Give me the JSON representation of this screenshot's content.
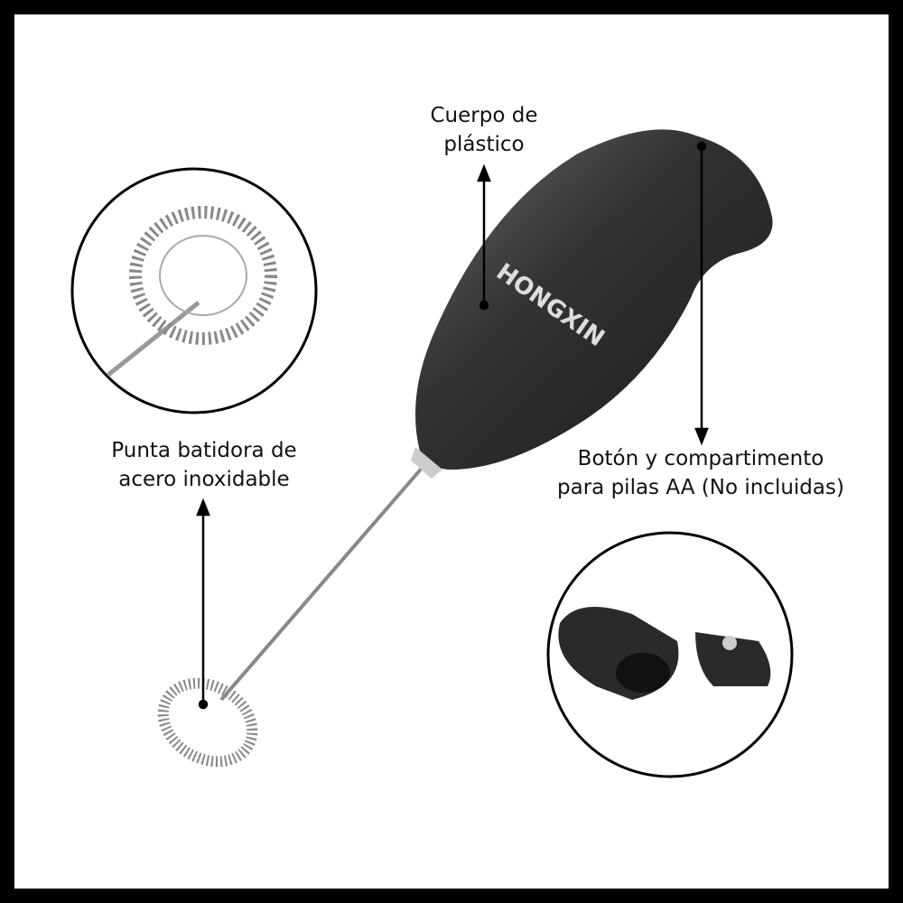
{
  "labels": {
    "body": [
      "Cuerpo de",
      "plástico"
    ],
    "whisk": [
      "Punta batidora de",
      "acero inoxidable"
    ],
    "button": [
      "Botón y compartimento",
      "para pilas AA (No incluidas)"
    ]
  },
  "brand_logo": "HONGXIN",
  "colors": {
    "frame": "#000000",
    "body": "#2e2e2e",
    "metal": "#9a9a9a"
  }
}
